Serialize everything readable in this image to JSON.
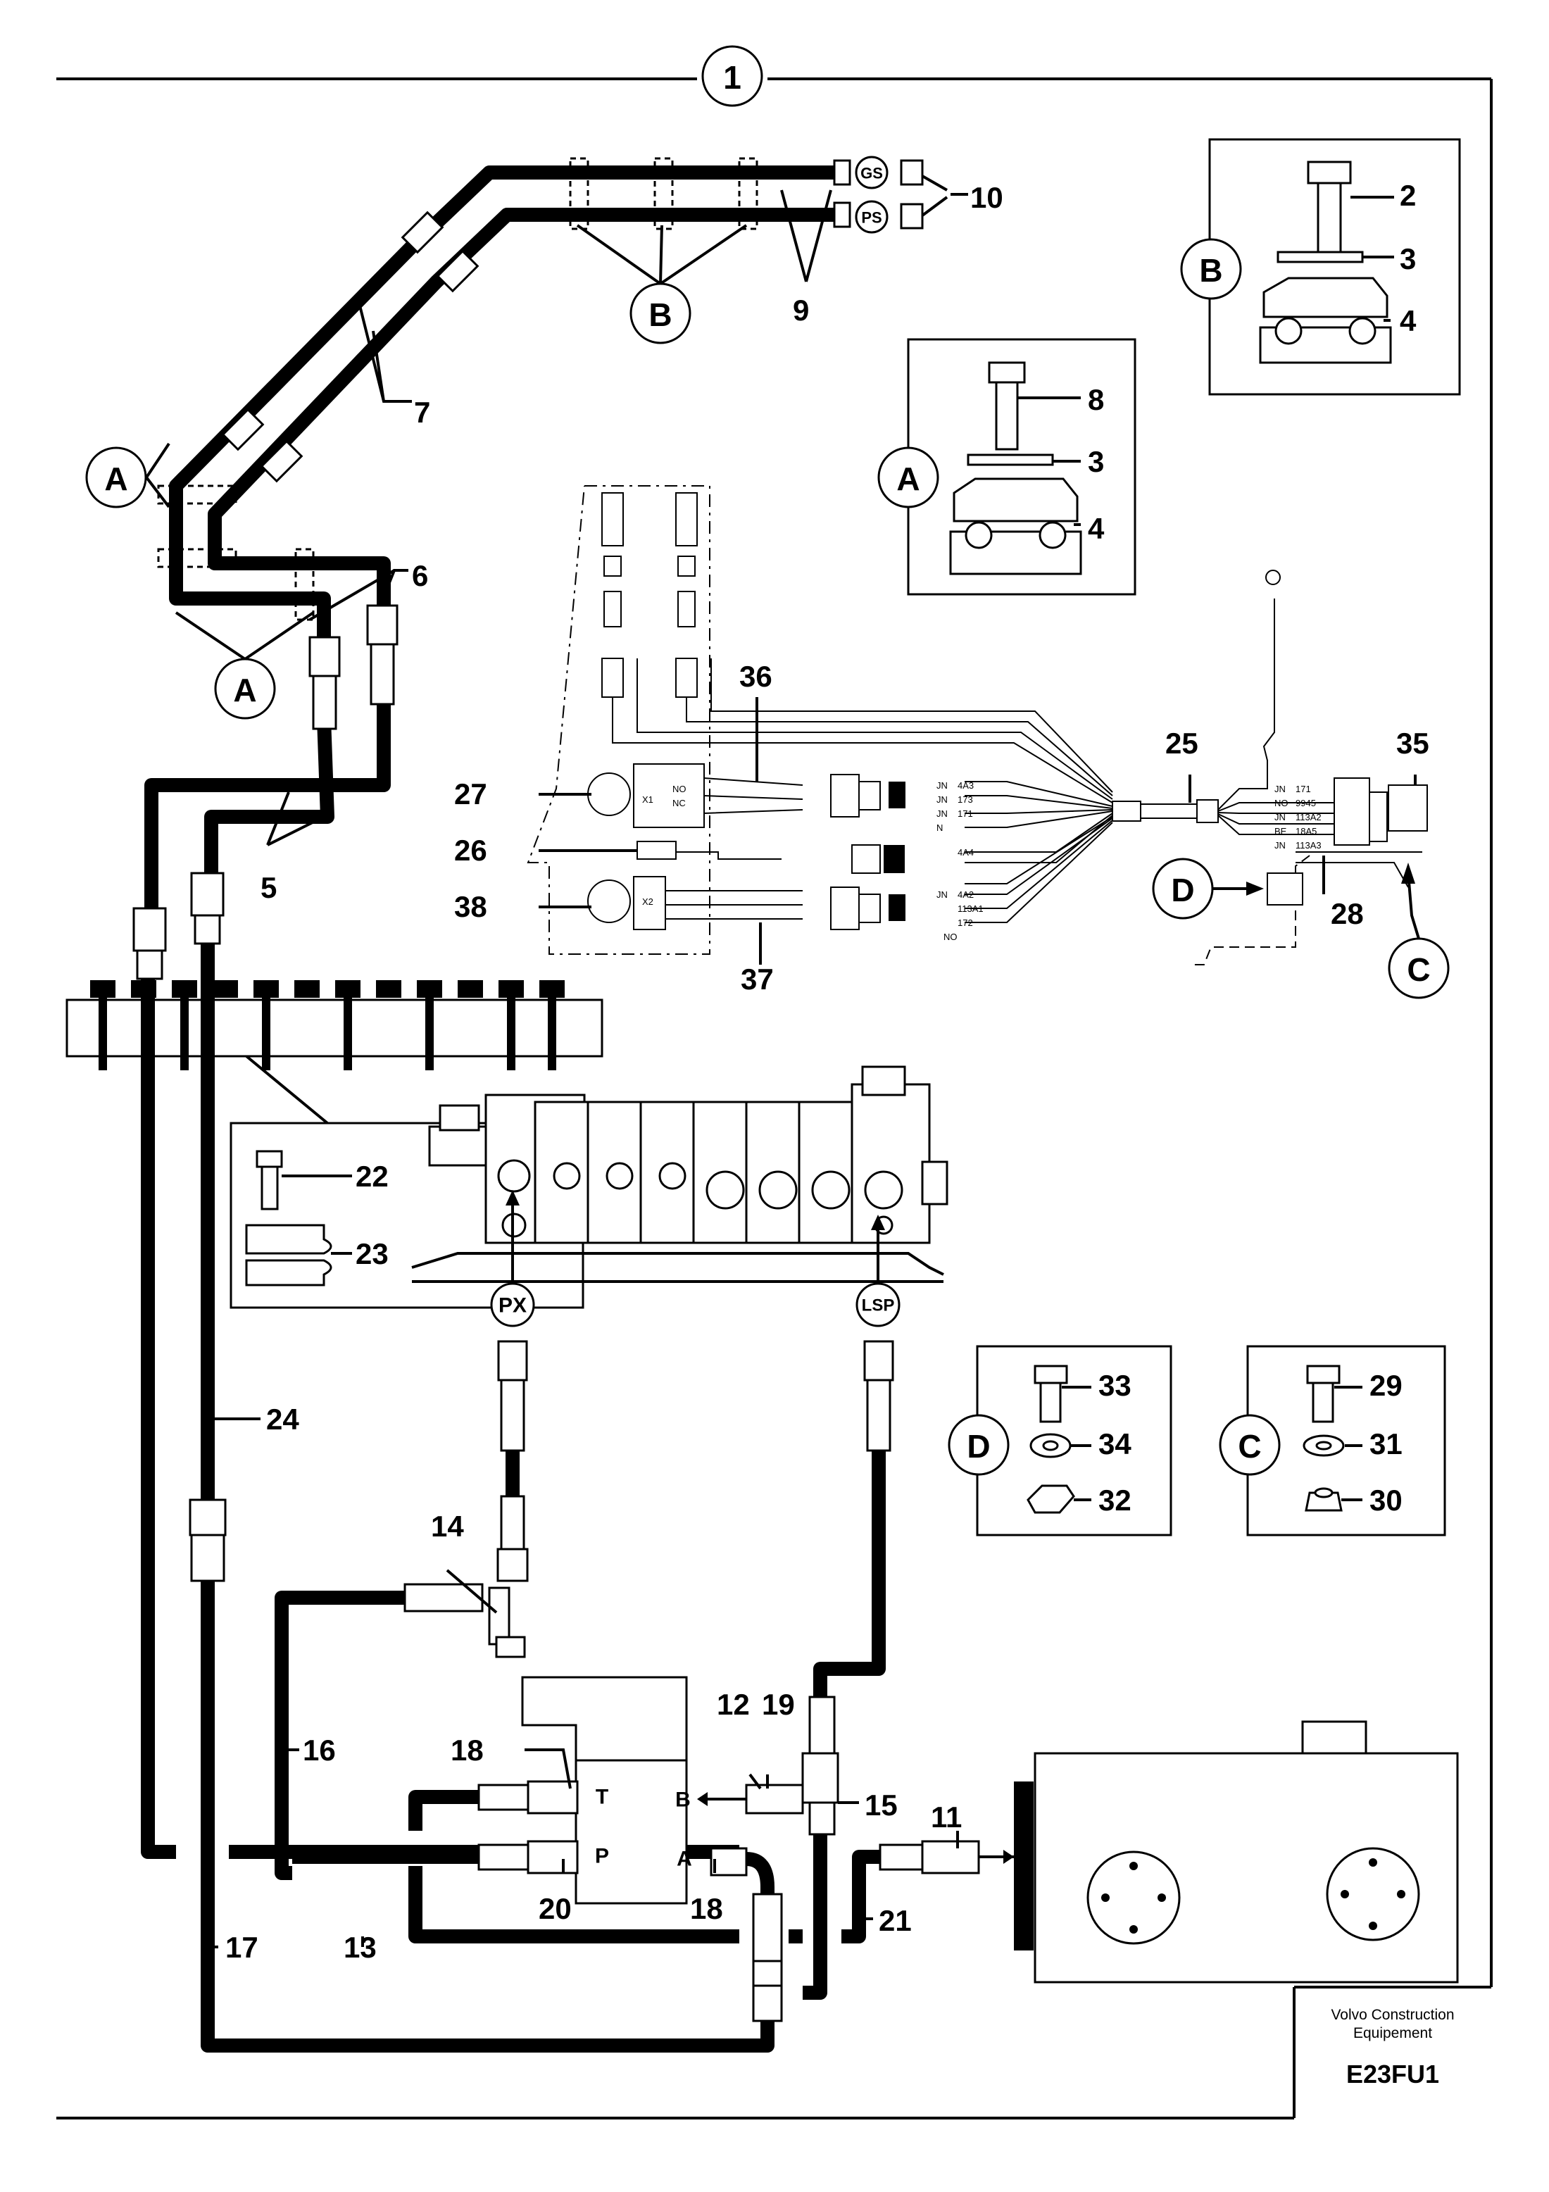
{
  "callouts": {
    "c1": "1",
    "c2": "2",
    "c3a": "3",
    "c3b": "3",
    "c4a": "4",
    "c4b": "4",
    "c5": "5",
    "c6": "6",
    "c7": "7",
    "c8": "8",
    "c9": "9",
    "c10": "10",
    "c11": "11",
    "c12": "12",
    "c13": "13",
    "c14": "14",
    "c15": "15",
    "c16": "16",
    "c17": "17",
    "c18a": "18",
    "c18b": "18",
    "c19": "19",
    "c20": "20",
    "c21": "21",
    "c22": "22",
    "c23": "23",
    "c24": "24",
    "c25": "25",
    "c26": "26",
    "c27": "27",
    "c28": "28",
    "c29": "29",
    "c30": "30",
    "c31": "31",
    "c32": "32",
    "c33": "33",
    "c34": "34",
    "c35": "35",
    "c36": "36",
    "c37": "37",
    "c38": "38"
  },
  "detail_letters": {
    "A": "A",
    "B": "B",
    "C": "C",
    "D": "D"
  },
  "ports": {
    "gs": "GS",
    "ps": "PS",
    "px": "PX",
    "lsp": "LSP",
    "t": "T",
    "p": "P",
    "a": "A",
    "b": "B"
  },
  "wire_labels": {
    "jn": "JN",
    "no": "NO",
    "n": "N",
    "be": "BE",
    "w4a3": "4A3",
    "w173": "173",
    "w171": "171",
    "w4a4": "4A4",
    "w4a2": "4A2",
    "w113a1": "113A1",
    "w172": "172",
    "w9945": "9945",
    "w113a2": "113A2",
    "w18a5": "18A5",
    "w113a3": "113A3",
    "x1": "X1",
    "x2": "X2",
    "nc": "NC"
  },
  "credit": {
    "line1": "Volvo Construction",
    "line2": "Equipement",
    "code": "E23FU1"
  }
}
